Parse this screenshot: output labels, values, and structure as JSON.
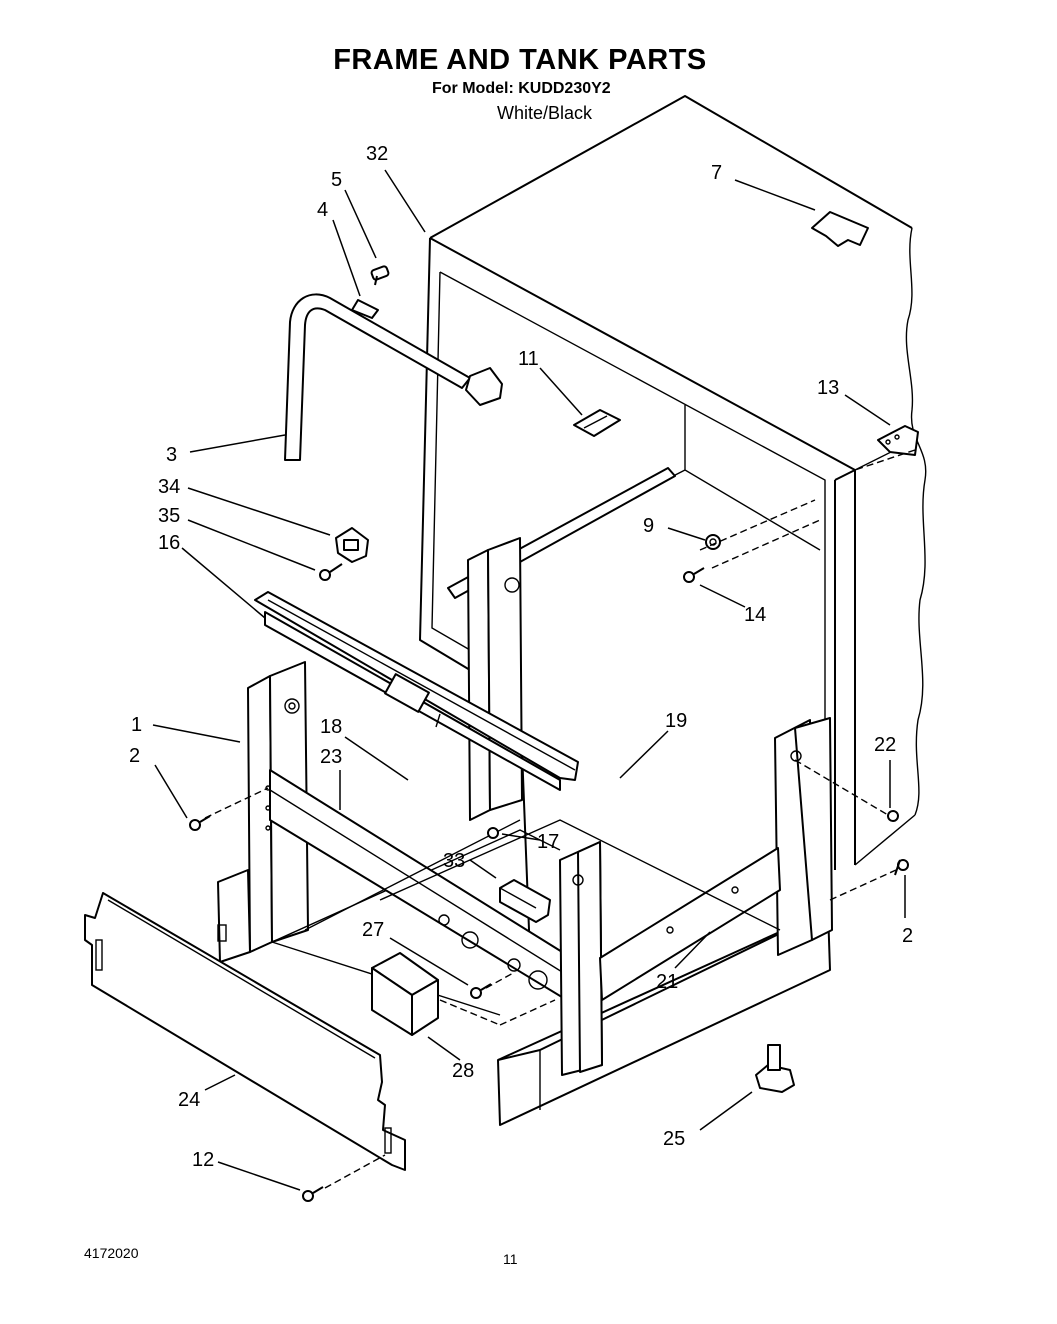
{
  "header": {
    "title": "FRAME AND TANK PARTS",
    "model": "For Model: KUDD230Y2",
    "color": "White/Black"
  },
  "footer": {
    "doc_number": "4172020",
    "page_number": "11"
  },
  "callouts": [
    "32",
    "5",
    "4",
    "7",
    "11",
    "3",
    "13",
    "34",
    "35",
    "9",
    "16",
    "14",
    "1",
    "18",
    "19",
    "22",
    "2",
    "23",
    "17",
    "33",
    "27",
    "2",
    "21",
    "28",
    "24",
    "25",
    "12"
  ]
}
